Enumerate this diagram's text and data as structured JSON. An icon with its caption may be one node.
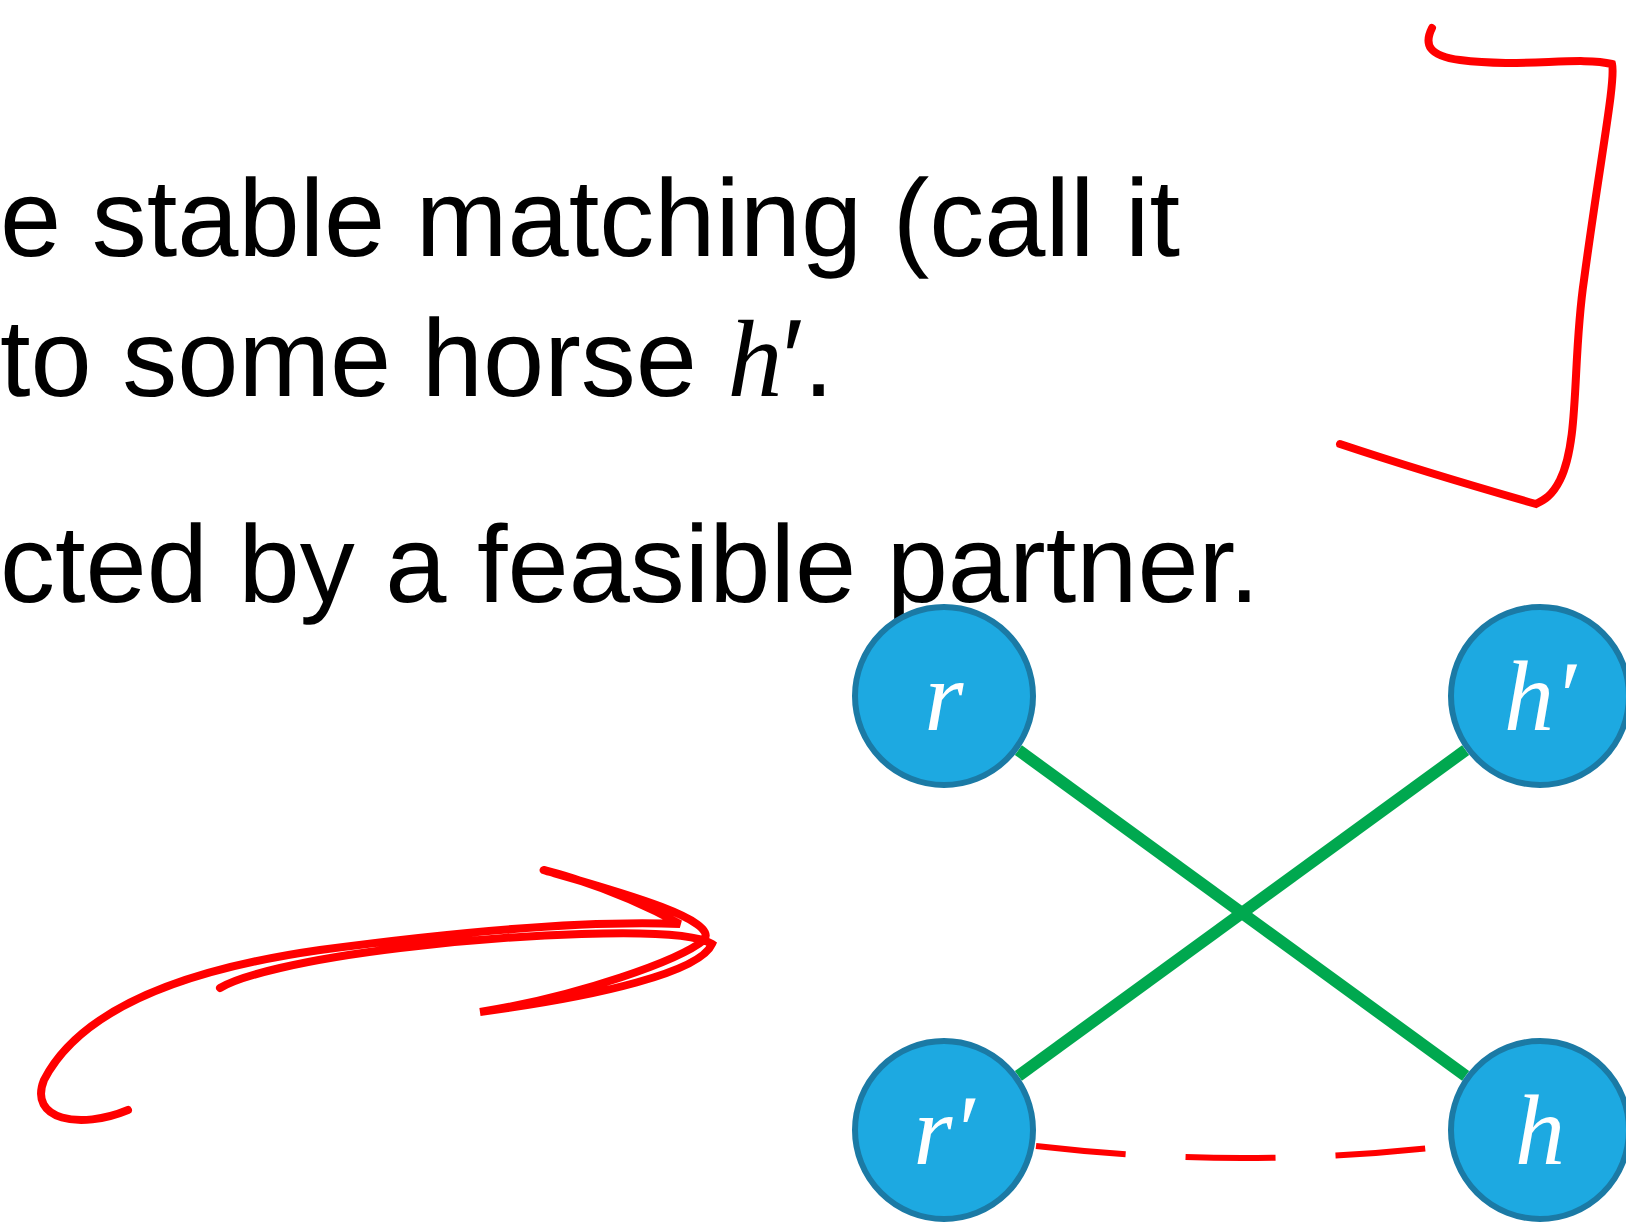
{
  "diagram": {
    "nodes": [
      {
        "text": [
          "r"
        ]
      },
      {
        "text": [
          "h′"
        ]
      },
      {
        "text": [
          "r′"
        ]
      },
      {
        "text": [
          "h"
        ]
      }
    ],
    "edges": [
      {
        "from": 0,
        "to": 3,
        "arrow": "none"
      },
      {
        "from": 2,
        "to": 1,
        "arrow": "none"
      },
      {
        "from": 2,
        "to": 3,
        "arrow": "none",
        "style": "dashed",
        "color": "#ff0000"
      }
    ],
    "labels": [
      "e stable matching (call it",
      "to some horse *h*′.",
      "cted by a feasible partner."
    ]
  }
}
